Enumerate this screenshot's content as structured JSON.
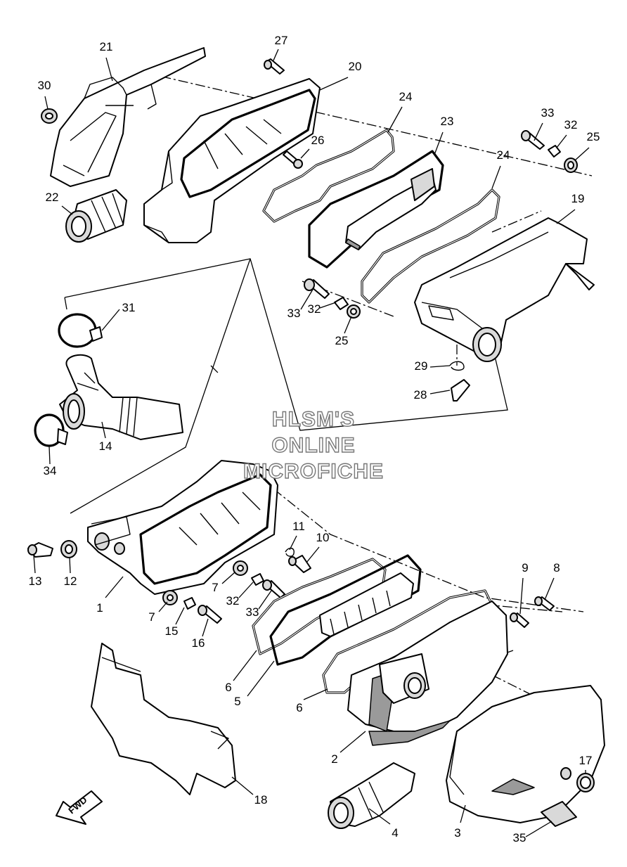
{
  "diagram": {
    "watermark": [
      "HLSM'S",
      "ONLINE",
      "MICROFICHE"
    ],
    "direction_marker": "FWD",
    "callouts": [
      {
        "id": "c1",
        "text": "1"
      },
      {
        "id": "c2",
        "text": "2"
      },
      {
        "id": "c3",
        "text": "3"
      },
      {
        "id": "c4",
        "text": "4"
      },
      {
        "id": "c5",
        "text": "5"
      },
      {
        "id": "c6a",
        "text": "6"
      },
      {
        "id": "c6b",
        "text": "6"
      },
      {
        "id": "c7a",
        "text": "7"
      },
      {
        "id": "c7b",
        "text": "7"
      },
      {
        "id": "c8",
        "text": "8"
      },
      {
        "id": "c9",
        "text": "9"
      },
      {
        "id": "c10",
        "text": "10"
      },
      {
        "id": "c11",
        "text": "11"
      },
      {
        "id": "c12",
        "text": "12"
      },
      {
        "id": "c13",
        "text": "13"
      },
      {
        "id": "c14",
        "text": "14"
      },
      {
        "id": "c15",
        "text": "15"
      },
      {
        "id": "c16",
        "text": "16"
      },
      {
        "id": "c17",
        "text": "17"
      },
      {
        "id": "c18",
        "text": "18"
      },
      {
        "id": "c19",
        "text": "19"
      },
      {
        "id": "c20",
        "text": "20"
      },
      {
        "id": "c21",
        "text": "21"
      },
      {
        "id": "c22",
        "text": "22"
      },
      {
        "id": "c23",
        "text": "23"
      },
      {
        "id": "c24a",
        "text": "24"
      },
      {
        "id": "c24b",
        "text": "24"
      },
      {
        "id": "c25a",
        "text": "25"
      },
      {
        "id": "c25b",
        "text": "25"
      },
      {
        "id": "c26",
        "text": "26"
      },
      {
        "id": "c27",
        "text": "27"
      },
      {
        "id": "c28",
        "text": "28"
      },
      {
        "id": "c29",
        "text": "29"
      },
      {
        "id": "c30",
        "text": "30"
      },
      {
        "id": "c31",
        "text": "31"
      },
      {
        "id": "c32a",
        "text": "32"
      },
      {
        "id": "c32b",
        "text": "32"
      },
      {
        "id": "c32c",
        "text": "32"
      },
      {
        "id": "c33a",
        "text": "33"
      },
      {
        "id": "c33b",
        "text": "33"
      },
      {
        "id": "c33c",
        "text": "33"
      },
      {
        "id": "c34",
        "text": "34"
      },
      {
        "id": "c35",
        "text": "35"
      }
    ]
  }
}
